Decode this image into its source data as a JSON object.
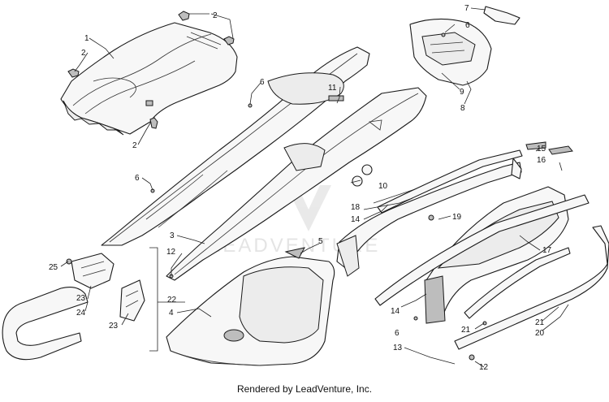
{
  "callouts": [
    "1",
    "2",
    "2",
    "2",
    "3",
    "4",
    "5",
    "6",
    "6",
    "6",
    "7",
    "6",
    "8",
    "9",
    "10",
    "11",
    "12",
    "12",
    "13",
    "14",
    "14",
    "15",
    "16",
    "17",
    "18",
    "19",
    "20",
    "21",
    "21",
    "22",
    "23",
    "23",
    "24",
    "25"
  ],
  "watermark_text": "LEADVENTURE",
  "credit": "Rendered by LeadVenture, Inc."
}
